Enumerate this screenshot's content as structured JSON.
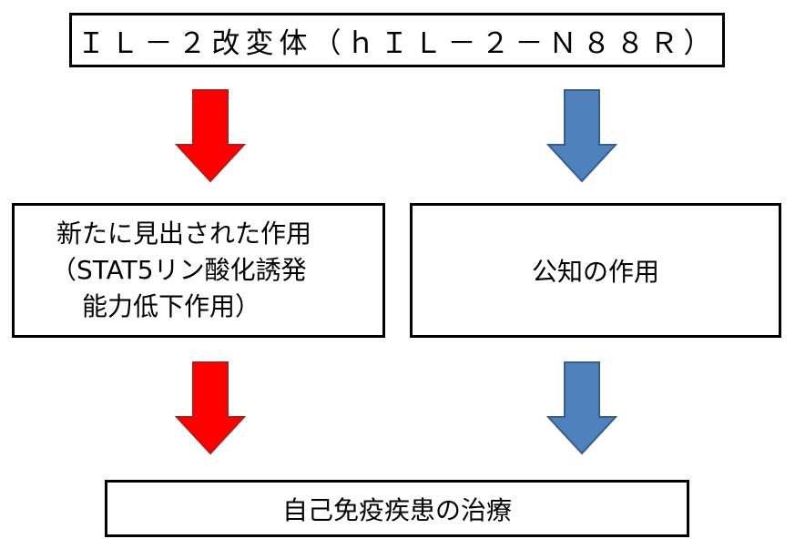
{
  "top_box": {
    "label": "ＩＬ－２改変体（ｈＩＬ－２－Ｎ８８Ｒ）"
  },
  "left_box": {
    "lines": [
      "新たに見出された作用",
      "（STAT5リン酸化誘発",
      "能力低下作用）"
    ]
  },
  "right_box": {
    "label": "公知の作用"
  },
  "bottom_box": {
    "label": "自己免疫疾患の治療"
  },
  "colors": {
    "left_arrow_fill": "#ff0000",
    "left_arrow_stroke": "#b31b1b",
    "right_arrow_fill": "#4f81bd",
    "right_arrow_stroke": "#385d8a",
    "box_border": "#000000"
  },
  "arrows": [
    {
      "name": "red-arrow-upper",
      "from": "top_box",
      "to": "left_box",
      "color": "red"
    },
    {
      "name": "blue-arrow-upper",
      "from": "top_box",
      "to": "right_box",
      "color": "blue"
    },
    {
      "name": "red-arrow-lower",
      "from": "left_box",
      "to": "bottom_box",
      "color": "red"
    },
    {
      "name": "blue-arrow-lower",
      "from": "right_box",
      "to": "bottom_box",
      "color": "blue"
    }
  ]
}
